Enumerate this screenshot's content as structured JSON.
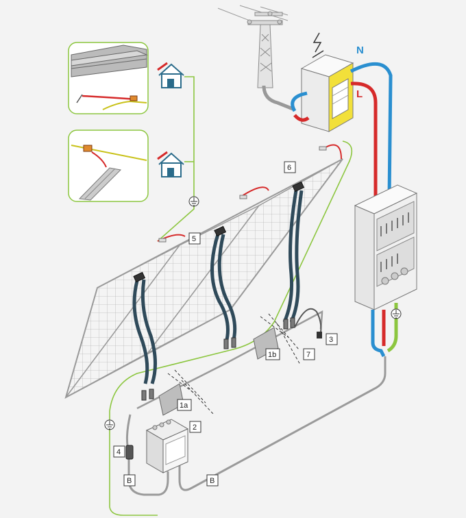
{
  "labels": {
    "n": "N",
    "l": "L",
    "c1a": "1a",
    "c1b": "1b",
    "c2": "2",
    "c3": "3",
    "c4": "4",
    "c5": "5",
    "c6": "6",
    "c7": "7",
    "b1": "B",
    "b2": "B"
  },
  "colors": {
    "neutral": "#2a8fd0",
    "live": "#d62a2a",
    "earth": "#8cc63f",
    "cable": "#9a9a9a",
    "dark_cable": "#2f4a5a",
    "meter": "#f2e03a"
  },
  "icons": [
    "ground-symbol-icon",
    "house-ground-icon",
    "lightning-icon"
  ]
}
